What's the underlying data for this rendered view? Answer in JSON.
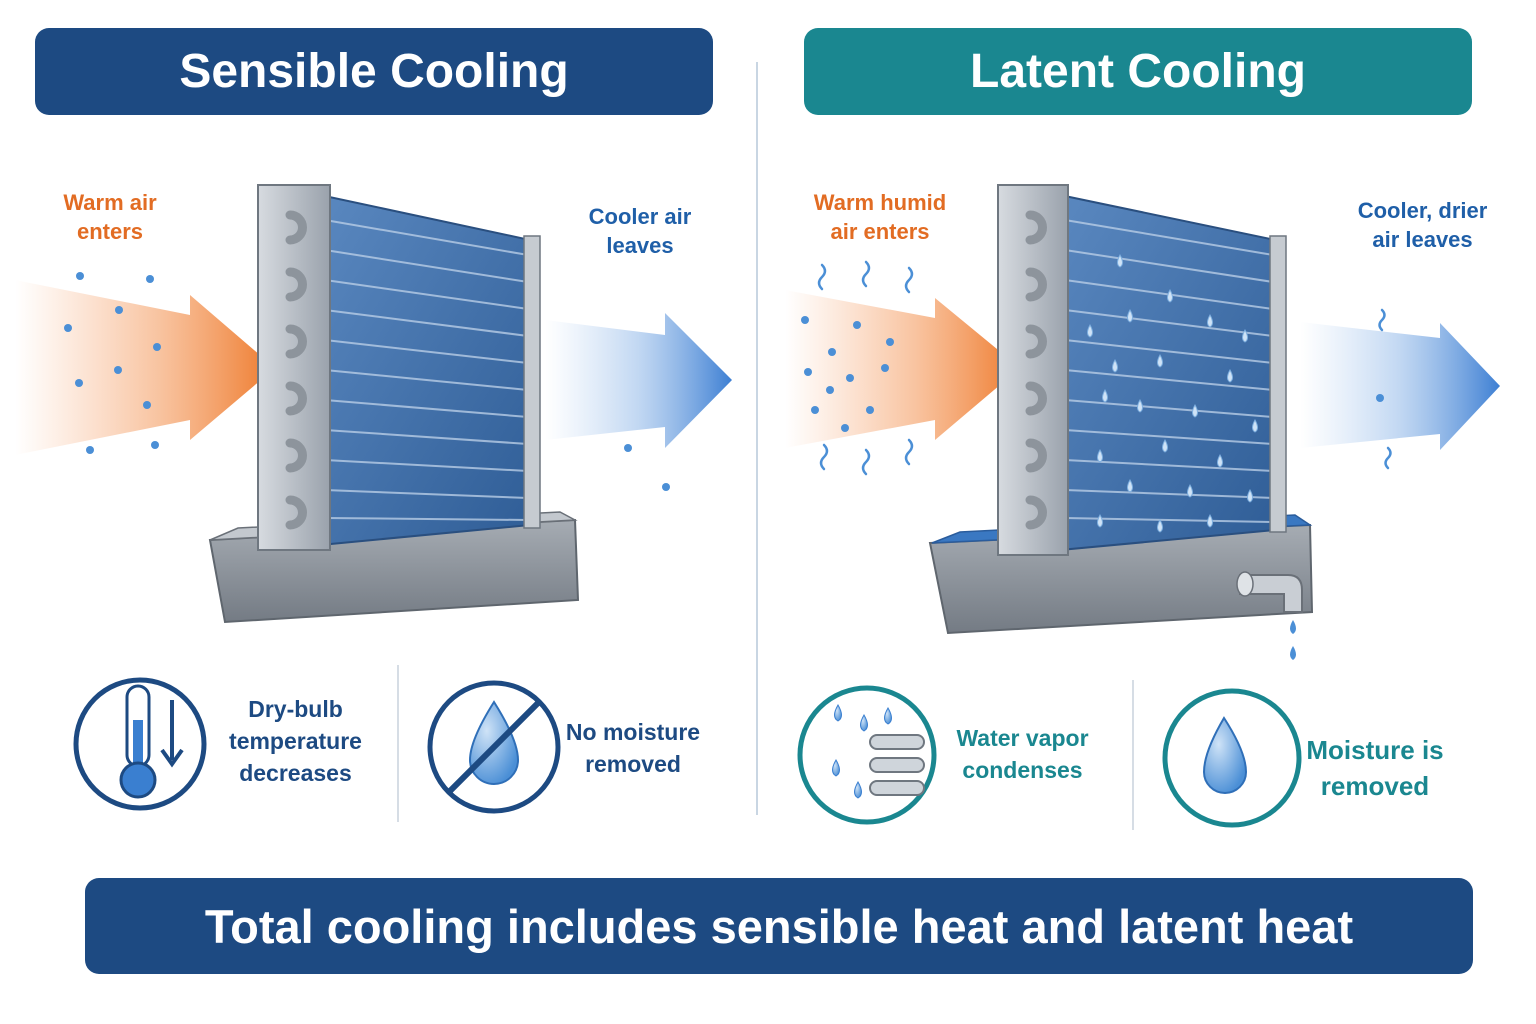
{
  "panels": {
    "sensible": {
      "title": "Sensible Cooling",
      "inlet_label": "Warm air\nenters",
      "outlet_label": "Cooler air\nleaves",
      "feature1": "Dry-bulb\ntemperature\ndecreases",
      "feature2": "No moisture\nremoved"
    },
    "latent": {
      "title": "Latent Cooling",
      "inlet_label": "Warm humid\nair enters",
      "outlet_label": "Cooler, drier\nair leaves",
      "feature1": "Water vapor\ncondenses",
      "feature2": "Moisture is\nremoved"
    }
  },
  "footer": "Total cooling includes sensible heat and latent heat",
  "colors": {
    "navy": "#1d4a82",
    "teal": "#1a8790",
    "orange": "#e26c23",
    "blue": "#1f5fa8",
    "coil": "#3f6fa8"
  },
  "icons": [
    "thermometer-down-icon",
    "no-water-icon",
    "condensation-icon",
    "water-drop-icon"
  ]
}
